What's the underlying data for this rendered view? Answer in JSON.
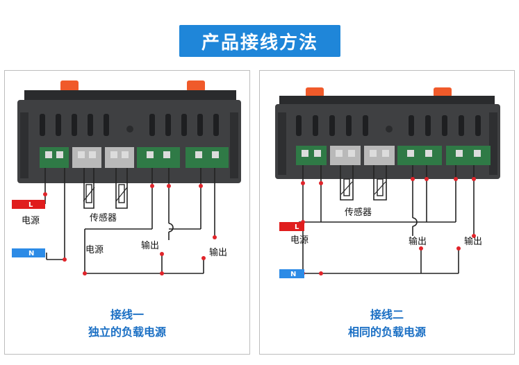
{
  "page": {
    "title": "产品接线方法"
  },
  "left": {
    "caption_line1": "接线一",
    "caption_line2": "独立的负载电源",
    "label_power": "电源",
    "label_sensor": "传感器",
    "label_power_mid": "电源",
    "label_output1": "输出",
    "label_output2": "输出",
    "tag_l": "L",
    "tag_n": "N"
  },
  "right": {
    "caption_line1": "接线二",
    "caption_line2": "相同的负载电源",
    "label_sensor": "传感器",
    "label_power": "电源",
    "label_output1": "输出",
    "label_output2": "输出",
    "tag_l": "L",
    "tag_n": "N"
  },
  "colors": {
    "title_bg": "#1f86d9",
    "caption": "#1a6fc4",
    "device_body": "#3f4042",
    "terminal_green": "#2f7a46",
    "tag_red": "#e01d1d",
    "tag_blue": "#2c8be6",
    "node_red": "#e0242a",
    "clip_orange": "#f05a2a"
  }
}
